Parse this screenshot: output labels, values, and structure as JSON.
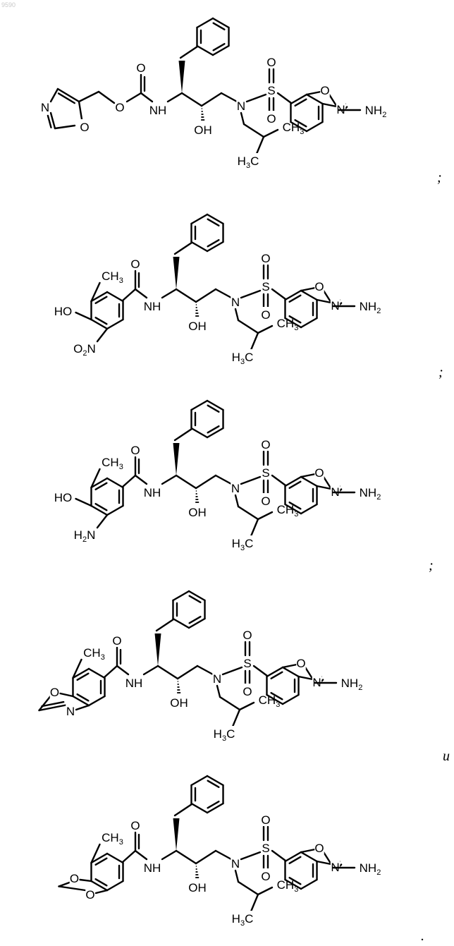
{
  "watermark": "9590",
  "separators": [
    ";",
    ";",
    ";",
    "и",
    "."
  ],
  "structures": [
    {
      "id": "compound-1",
      "capping_group": "oxazol-5-ylmethyl carbamate",
      "labels": {
        "ring_N": "N",
        "ring_O": "O",
        "carbamate_O": "O",
        "carbonyl_O": "O",
        "NH": "NH",
        "OH": "OH",
        "N": "N",
        "S": "S",
        "sulfonyl_O": "O",
        "bzox_O": "O",
        "bzox_N": "N",
        "NH2": "NH2",
        "H3C": "H3C",
        "CH3": "CH3"
      }
    },
    {
      "id": "compound-2",
      "capping_group": "3-hydroxy-2-methyl-4-nitrobenzamide",
      "labels": {
        "HO": "HO",
        "CH3_aryl": "CH3",
        "O2N": "O2N",
        "carbonyl_O": "O",
        "NH": "NH",
        "OH": "OH",
        "N": "N",
        "S": "S",
        "sulfonyl_O": "O",
        "bzox_O": "O",
        "bzox_N": "N",
        "NH2": "NH2",
        "H3C": "H3C",
        "CH3": "CH3"
      }
    },
    {
      "id": "compound-3",
      "capping_group": "4-amino-3-hydroxy-2-methylbenzamide",
      "labels": {
        "HO": "HO",
        "CH3_aryl": "CH3",
        "H2N": "H2N",
        "carbonyl_O": "O",
        "NH": "NH",
        "OH": "OH",
        "N": "N",
        "S": "S",
        "sulfonyl_O": "O",
        "bzox_O": "O",
        "bzox_N": "N",
        "NH2": "NH2",
        "H3C": "H3C",
        "CH3": "CH3"
      }
    },
    {
      "id": "compound-4",
      "capping_group": "7-methylbenzoxazole-6-carboxamide",
      "labels": {
        "ring_O": "O",
        "ring_N": "N",
        "CH3_aryl": "CH3",
        "carbonyl_O": "O",
        "NH": "NH",
        "OH": "OH",
        "N": "N",
        "S": "S",
        "sulfonyl_O": "O",
        "bzox_O": "O",
        "bzox_N": "N",
        "NH2": "NH2",
        "H3C": "H3C",
        "CH3": "CH3"
      }
    },
    {
      "id": "compound-5",
      "capping_group": "4-methyl-1,3-benzodioxole-5-carboxamide",
      "labels": {
        "ring_O1": "O",
        "ring_O2": "O",
        "CH3_aryl": "CH3",
        "carbonyl_O": "O",
        "NH": "NH",
        "OH": "OH",
        "N": "N",
        "S": "S",
        "sulfonyl_O": "O",
        "bzox_O": "O",
        "bzox_N": "N",
        "NH2": "NH2",
        "H3C": "H3C",
        "CH3": "CH3"
      }
    }
  ]
}
